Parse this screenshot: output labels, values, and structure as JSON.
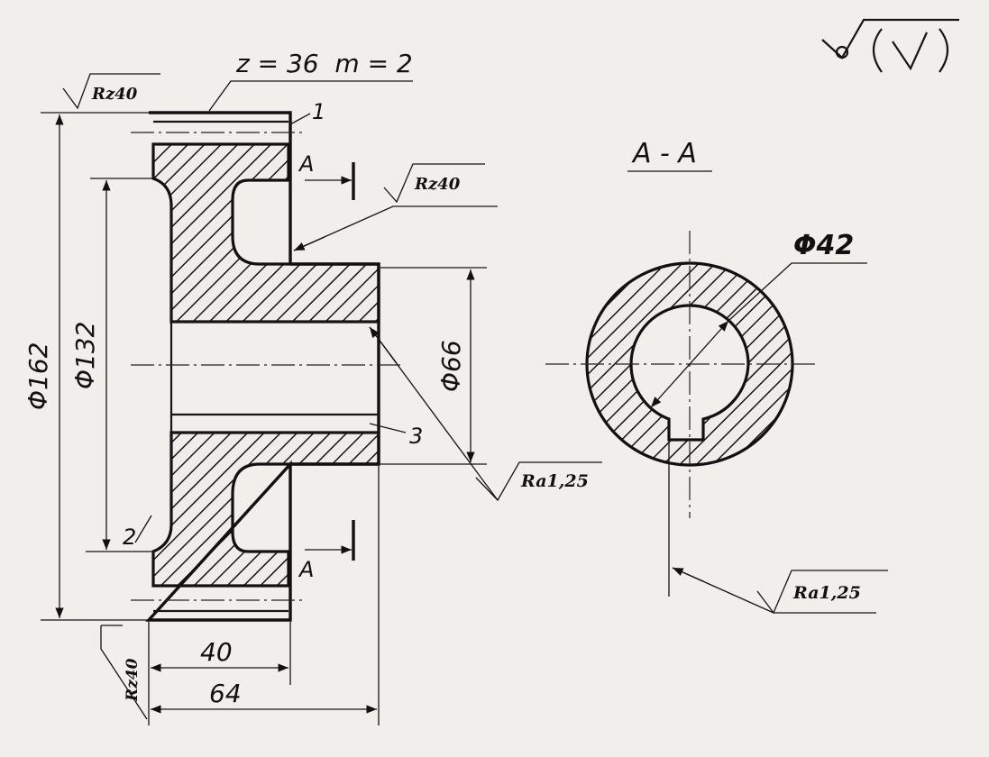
{
  "gear": {
    "spec": "z = 36  m = 2",
    "leaders": {
      "one": "1",
      "two": "2",
      "three": "3"
    }
  },
  "section": {
    "title": "A - A",
    "mark_top": "A",
    "mark_bottom": "A"
  },
  "dimensions": {
    "d162": "Φ162",
    "d132": "Φ132",
    "d66": "Φ66",
    "d42": "Φ42",
    "w40": "40",
    "w64": "64"
  },
  "roughness": {
    "rz40_top": "Rz40",
    "rz40_mid": "Rz40",
    "rz40_bottom": "Rz40",
    "ra125_mid": "Ra1,25",
    "ra125_right": "Ra1,25",
    "general_icon": "roughness-general-icon"
  },
  "colors": {
    "paper": "#f1efeb",
    "ink": "#151515"
  }
}
